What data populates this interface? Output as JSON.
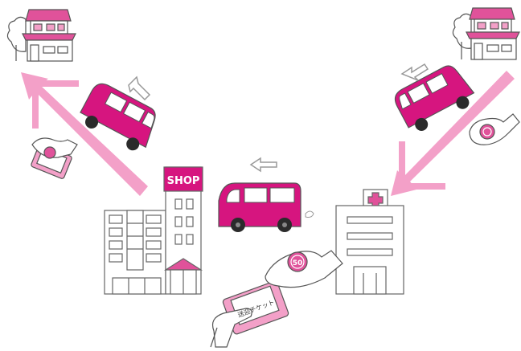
{
  "shop_sign": "SHOP",
  "ticket_text": "送迎チケット",
  "coin_text": "50",
  "colors": {
    "magenta": "#d6157f",
    "pink_light": "#f28cbf",
    "pink_arrow": "#f3a0c8",
    "roof_pink": "#e0529a",
    "line": "#555555",
    "tire": "#2b2b2b"
  }
}
